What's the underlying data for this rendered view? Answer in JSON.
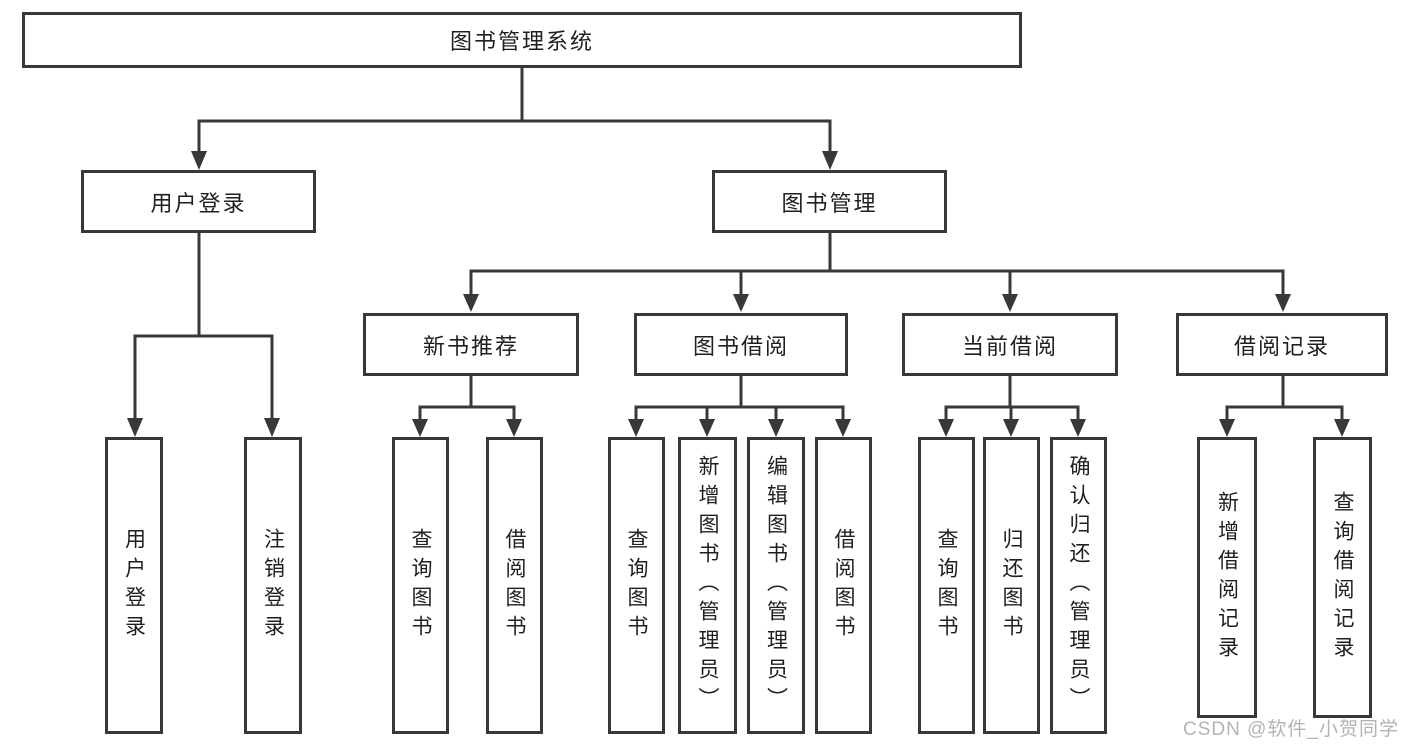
{
  "colors": {
    "line": "#383838",
    "text": "#1f1f1f",
    "box_background": "#ffffff",
    "watermark": "#b3b3b3"
  },
  "diagram": {
    "root": {
      "label": "图书管理系统"
    },
    "level2": [
      {
        "label": "用户登录"
      },
      {
        "label": "图书管理"
      }
    ],
    "level3": [
      {
        "label": "新书推荐"
      },
      {
        "label": "图书借阅"
      },
      {
        "label": "当前借阅"
      },
      {
        "label": "借阅记录"
      }
    ],
    "leaves": {
      "user_login": [
        {
          "label": "用户登录"
        },
        {
          "label": "注销登录"
        }
      ],
      "new_book": [
        {
          "label": "查询图书"
        },
        {
          "label": "借阅图书"
        }
      ],
      "book_borrow": [
        {
          "label": "查询图书"
        },
        {
          "label": "新增图书（管理员）"
        },
        {
          "label": "编辑图书（管理员）"
        },
        {
          "label": "借阅图书"
        }
      ],
      "current_borrow": [
        {
          "label": "查询图书"
        },
        {
          "label": "归还图书"
        },
        {
          "label": "确认归还（管理员）"
        }
      ],
      "borrow_record": [
        {
          "label": "新增借阅记录"
        },
        {
          "label": "查询借阅记录"
        }
      ]
    }
  },
  "watermark": {
    "text": "CSDN @软件_小贺同学"
  }
}
